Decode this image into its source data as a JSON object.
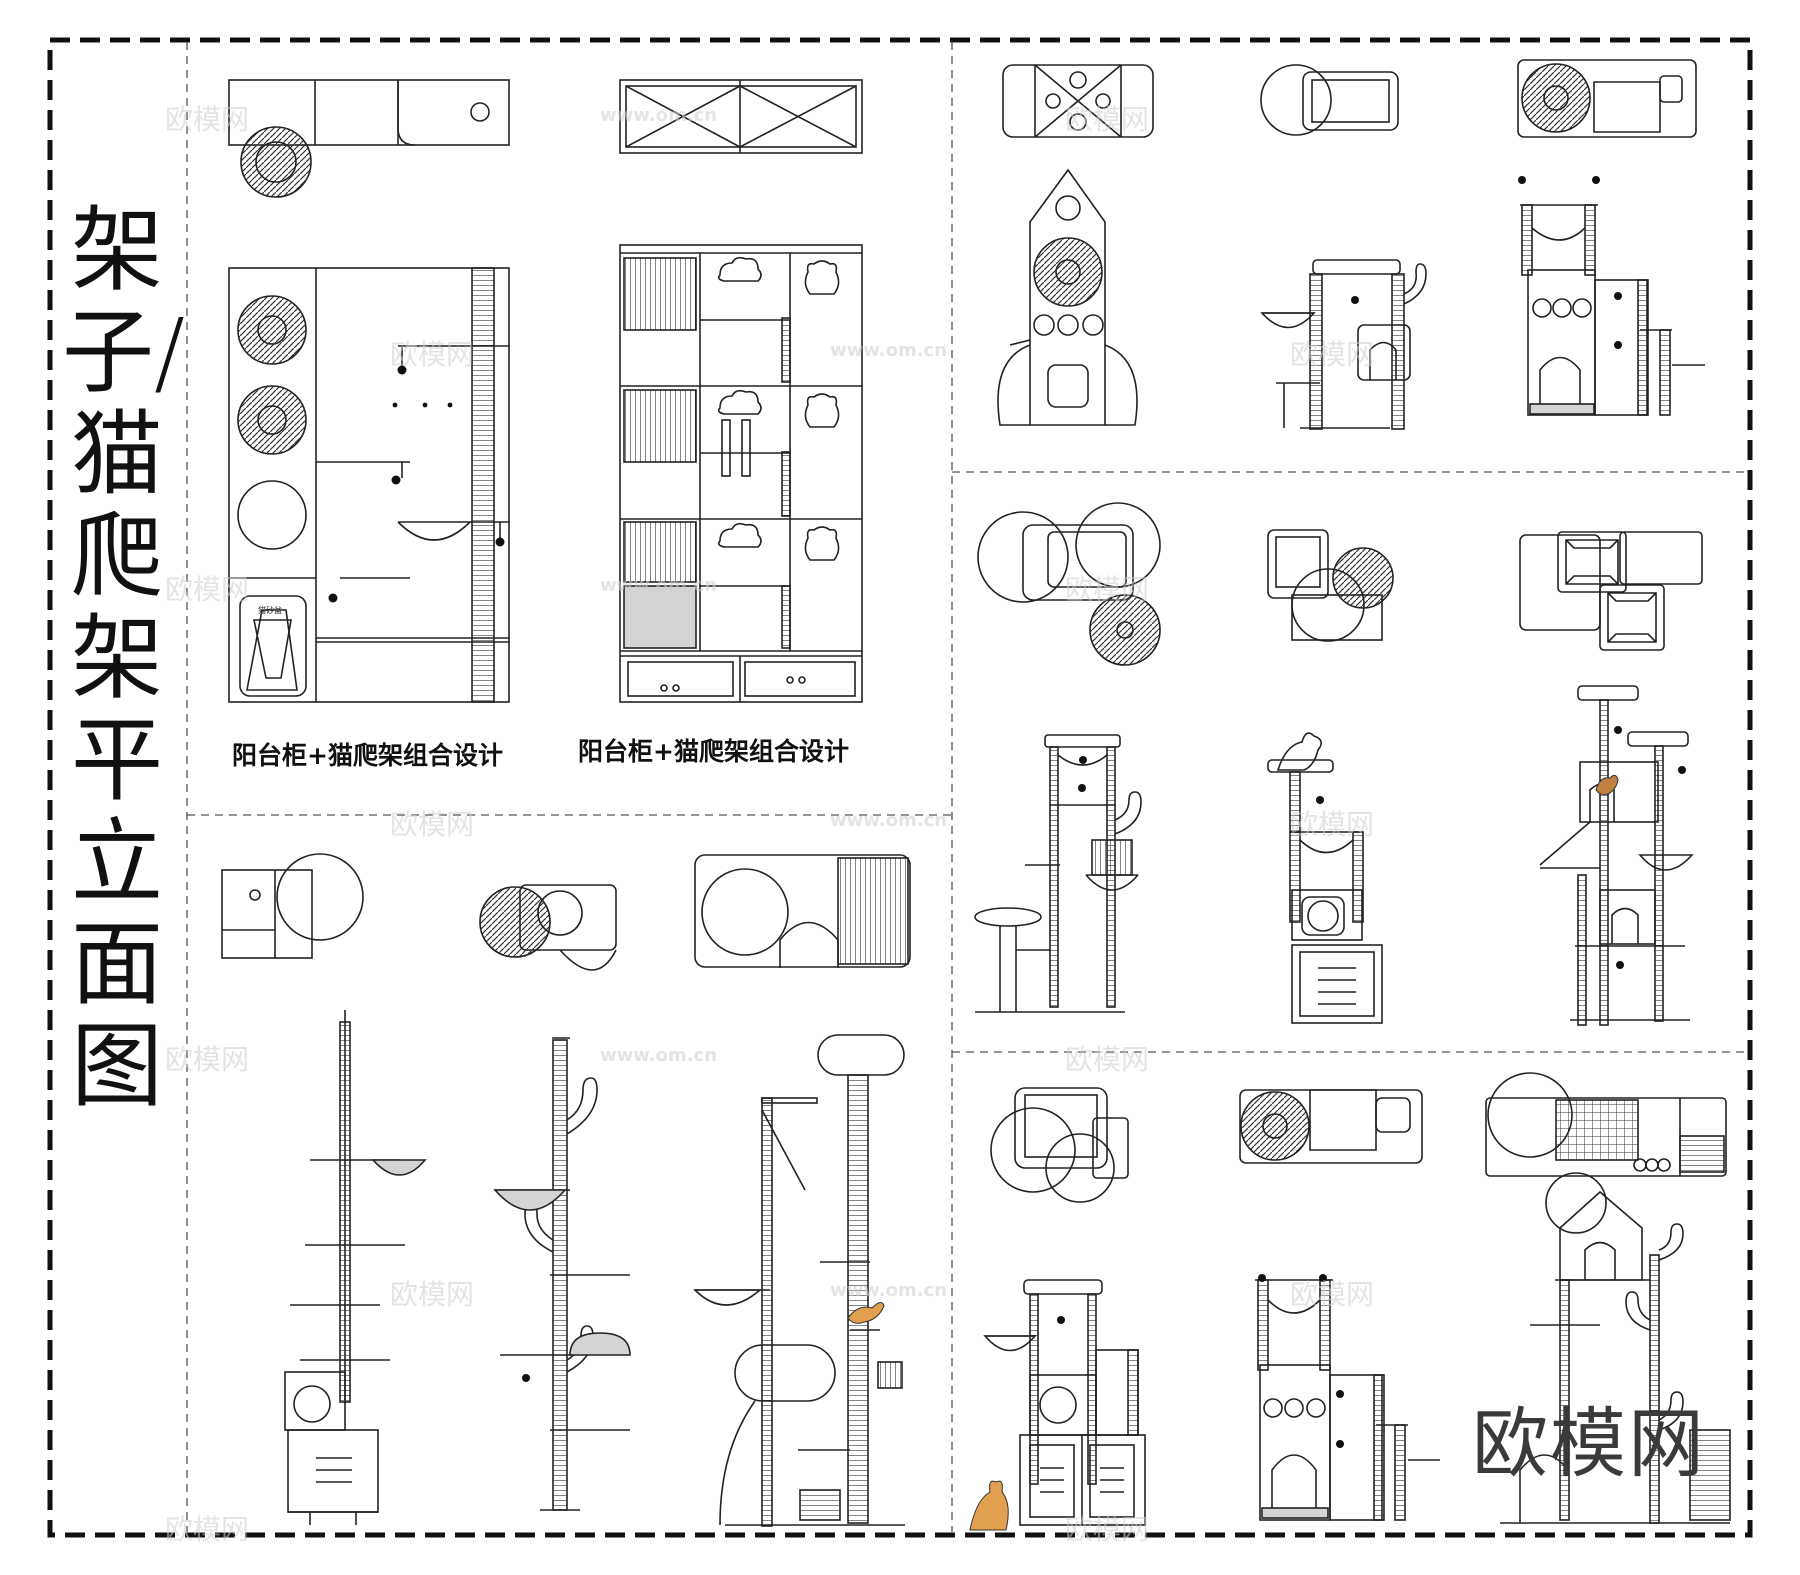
{
  "title": "架子/猫爬架平立面图",
  "captions": [
    "阳台柜+猫爬架组合设计",
    "阳台柜+猫爬架组合设计"
  ],
  "litter_box_label": "猫砂盆",
  "watermark": {
    "text": "欧模网",
    "url": "www.om.cn"
  },
  "brand_logo": "欧模网",
  "colors": {
    "line": "#222222",
    "frame": "#111111",
    "watermark": "#cfcfcf",
    "fill_grey": "#d4d4d4"
  }
}
